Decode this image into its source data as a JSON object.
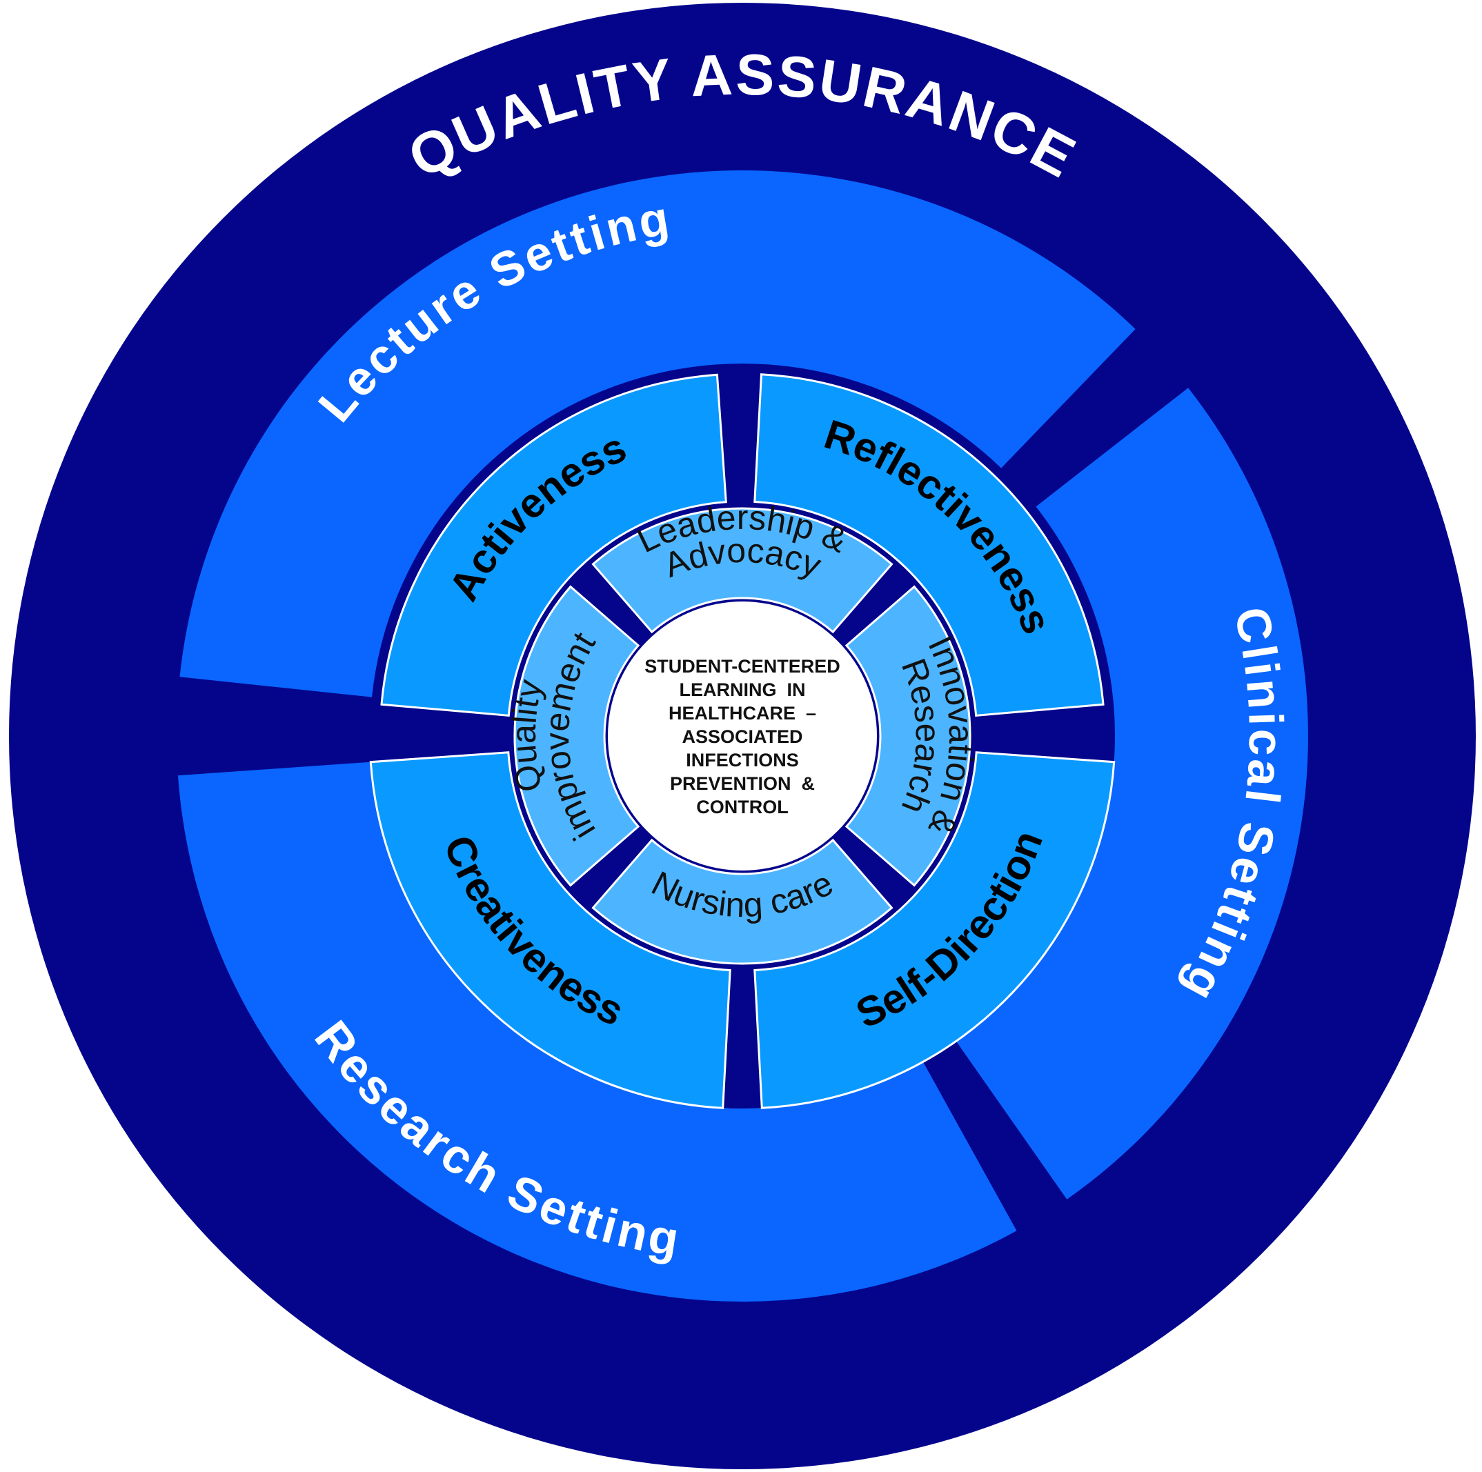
{
  "outer_ring": {
    "label": "QUALITY ASSURANCE",
    "color": "#05058c"
  },
  "settings": [
    {
      "id": "lecture",
      "label": "Lecture Setting"
    },
    {
      "id": "clinical",
      "label": "Clinical Setting"
    },
    {
      "id": "research",
      "label": "Research Setting"
    }
  ],
  "settings_color": "#0a66ff",
  "attributes": [
    {
      "id": "activeness",
      "label": "Activeness"
    },
    {
      "id": "reflectiveness",
      "label": "Reflectiveness"
    },
    {
      "id": "self-direction",
      "label": "Self-Direction"
    },
    {
      "id": "creativeness",
      "label": "Creativeness"
    }
  ],
  "attributes_color": "#0a9aff",
  "domains": [
    {
      "id": "leadership",
      "lines": [
        "Leadership &",
        "Advocacy"
      ]
    },
    {
      "id": "innovation",
      "lines": [
        "Innovation &",
        "Research"
      ]
    },
    {
      "id": "nursing",
      "lines": [
        "Nursing care"
      ]
    },
    {
      "id": "quality",
      "lines": [
        "Quality",
        "improvement"
      ]
    }
  ],
  "domains_color": "#4db5ff",
  "center": {
    "lines": [
      "STUDENT-CENTERED",
      "LEARNING  IN",
      "HEALTHCARE  –",
      "ASSOCIATED",
      "INFECTIONS",
      "PREVENTION  &",
      "CONTROL"
    ],
    "color": "#ffffff"
  }
}
